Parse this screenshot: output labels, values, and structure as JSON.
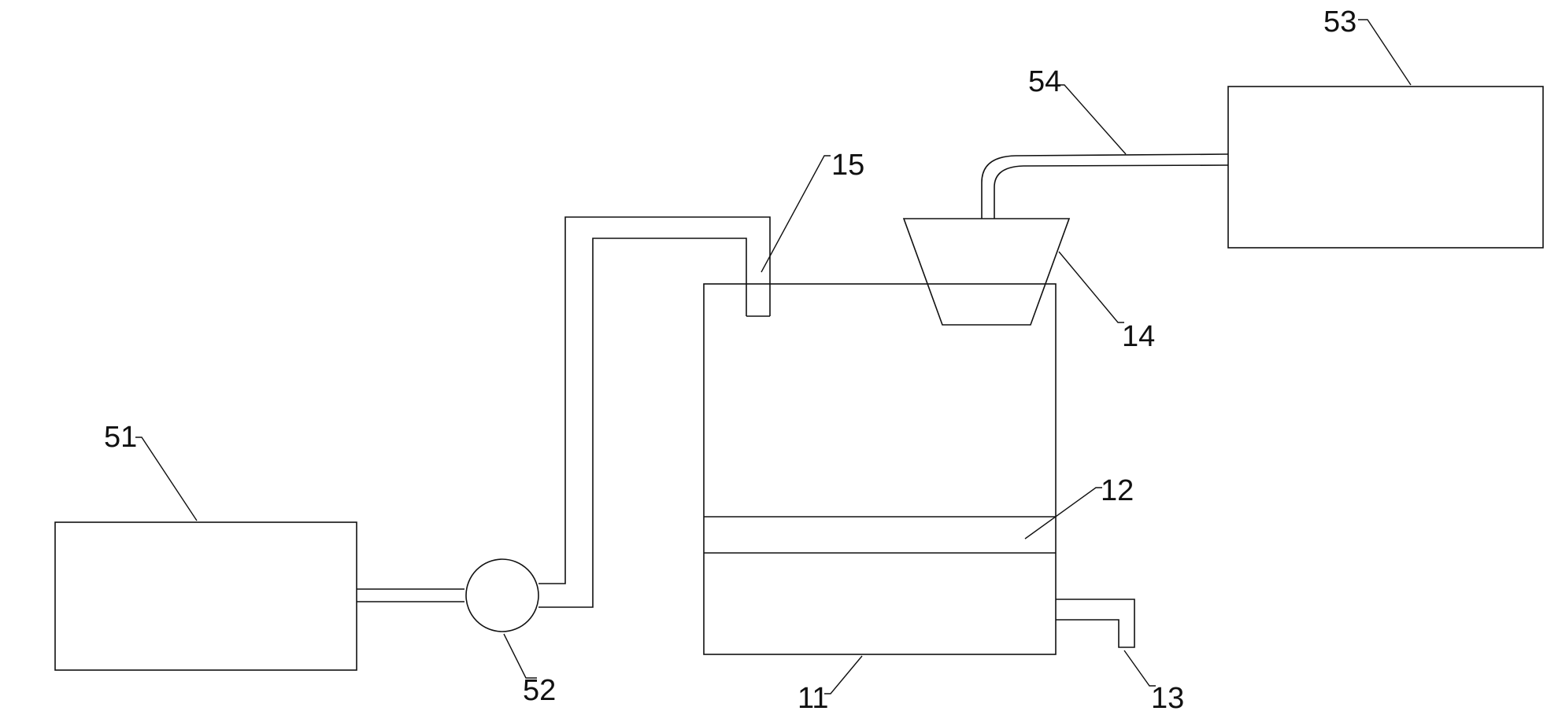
{
  "labels": {
    "l11": "11",
    "l12": "12",
    "l13": "13",
    "l14": "14",
    "l15": "15",
    "l51": "51",
    "l52": "52",
    "l53": "53",
    "l54": "54"
  },
  "colors": {
    "line": "#111111",
    "background": "#ffffff"
  }
}
